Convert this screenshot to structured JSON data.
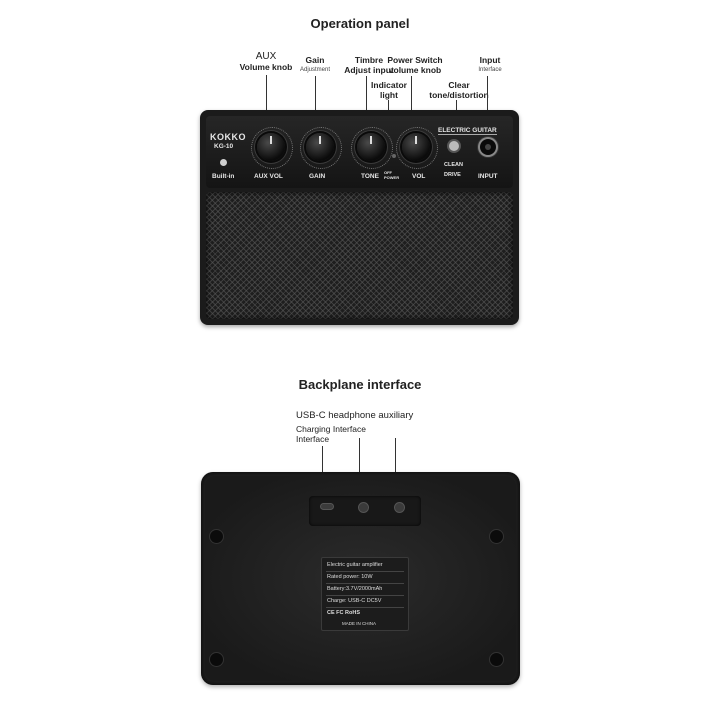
{
  "titles": {
    "operation": "Operation panel",
    "backplane": "Backplane interface"
  },
  "front_callouts": {
    "aux_line1": "AUX",
    "aux_line2": "Volume knob",
    "gain_line1": "Gain",
    "gain_line2": "Adjustment",
    "timbre_line1": "Timbre",
    "timbre_line2": "Adjust input",
    "power_line1": "Power Switch",
    "power_line2": "volume knob",
    "indicator_line1": "Indicator",
    "indicator_line2": "light",
    "clear_line1": "Clear",
    "clear_line2": "tone/distortion",
    "input_line1": "Input",
    "input_line2": "Interface"
  },
  "panel": {
    "brand": "KOKKO",
    "model": "KG-10",
    "builtin": "Built-in",
    "aux_vol": "AUX VOL",
    "gain": "GAIN",
    "tone": "TONE",
    "vol": "VOL",
    "off_power": "OFF POWER",
    "electric_guitar": "ELECTRIC GUITAR",
    "clean": "CLEAN",
    "drive": "DRIVE",
    "input": "INPUT"
  },
  "back_callouts": {
    "line1": "USB-C headphone auxiliary",
    "line2": "Charging Interface",
    "line3": "Interface"
  },
  "back_plate": {
    "line1": "Electric guitar amplifier",
    "line2": "Rated power: 10W",
    "line3": "Battery:3.7V/2000mAh",
    "line4": "Charge: USB-C DC5V",
    "line5": "CE FC RoHS",
    "line6": "MADE IN CHINA"
  }
}
